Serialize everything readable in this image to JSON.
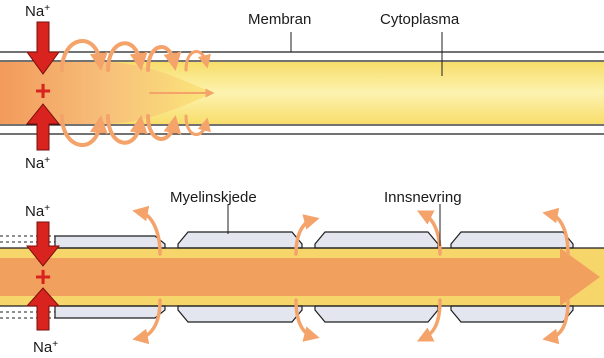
{
  "top_axon": {
    "label_membrane": "Membran",
    "label_cytoplasm": "Cytoplasma",
    "ion_top": {
      "symbol": "Na",
      "charge": "+"
    },
    "ion_bottom": {
      "symbol": "Na",
      "charge": "+"
    },
    "plus_sign": "+"
  },
  "bottom_axon": {
    "label_myelin": "Myelinskjede",
    "label_node": "Innsnevring",
    "ion_top": {
      "symbol": "Na",
      "charge": "+"
    },
    "ion_bottom": {
      "symbol": "Na",
      "charge": "+"
    },
    "plus_sign": "+"
  },
  "colors": {
    "cytoplasm": "#fbe77a",
    "cytoplasm_glow": "#fdf3b0",
    "current": "#f4a36a",
    "current_dark": "#ee8a48",
    "ion_arrow": "#d9231f",
    "membrane": "#1f1f1f",
    "myelin": "#e3e6ee"
  }
}
